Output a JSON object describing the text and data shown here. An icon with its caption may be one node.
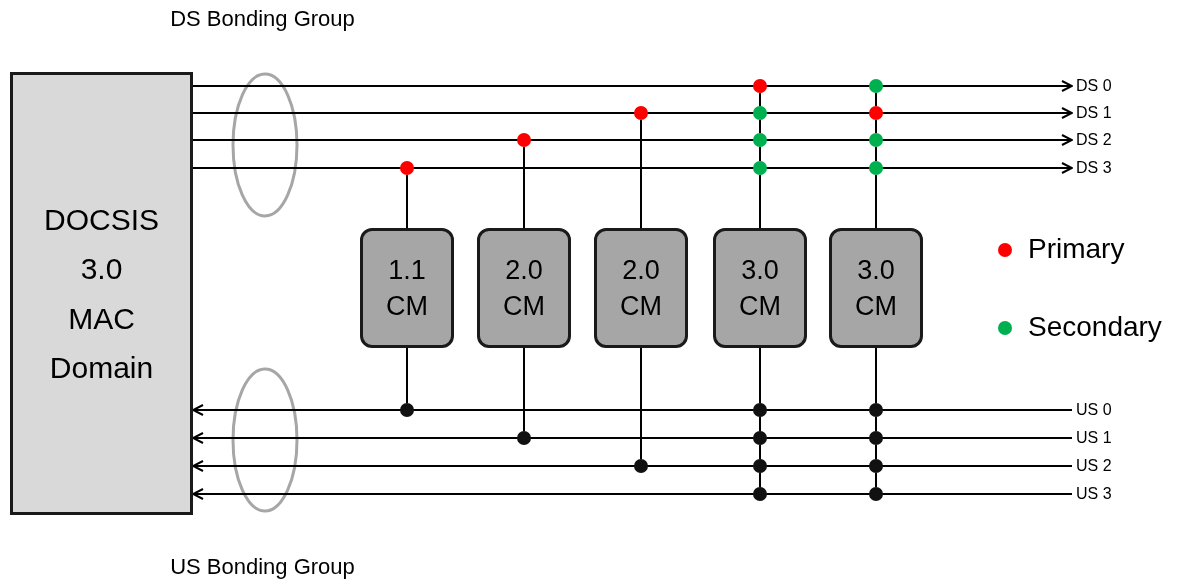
{
  "diagram": {
    "nodes": [
      {
        "text": [
          "DOCSIS 3.0 MAC Domain"
        ]
      },
      {
        "text": [
          "DS 0"
        ]
      },
      {
        "text": [
          "DS 1"
        ]
      },
      {
        "text": [
          "DS 2"
        ]
      },
      {
        "text": [
          "DS 3"
        ]
      },
      {
        "text": [],
        "shape": "circle"
      },
      {
        "text": [],
        "shape": "circle"
      },
      {
        "text": [],
        "shape": "circle"
      },
      {
        "text": [],
        "shape": "circle"
      },
      {
        "text": [],
        "shape": "circle"
      },
      {
        "text": [],
        "shape": "circle"
      },
      {
        "text": [],
        "shape": "circle"
      },
      {
        "text": [],
        "shape": "circle"
      },
      {
        "text": [],
        "shape": "circle"
      },
      {
        "text": [],
        "shape": "circle"
      },
      {
        "text": [],
        "shape": "circle"
      },
      {
        "text": [
          "1.1 CM"
        ]
      },
      {
        "text": [
          "2.0 CM"
        ]
      },
      {
        "text": [
          "2.0 CM"
        ]
      },
      {
        "text": [
          "3.0 CM"
        ]
      },
      {
        "text": [
          "3.0 CM"
        ]
      },
      {
        "text": [],
        "shape": "circle"
      },
      {
        "text": [],
        "shape": "circle"
      },
      {
        "text": [],
        "shape": "circle"
      },
      {
        "text": [],
        "shape": "circle"
      },
      {
        "text": [],
        "shape": "circle"
      },
      {
        "text": [],
        "shape": "circle"
      },
      {
        "text": [],
        "shape": "circle"
      },
      {
        "text": [],
        "shape": "circle"
      },
      {
        "text": [],
        "shape": "circle"
      },
      {
        "text": [],
        "shape": "circle"
      },
      {
        "text": [],
        "shape": "circle"
      },
      {
        "text": [
          "US 0"
        ]
      },
      {
        "text": [
          "US 1"
        ]
      },
      {
        "text": [
          "US 2"
        ]
      },
      {
        "text": [
          "US 3"
        ]
      }
    ],
    "edges": [
      {
        "from": 0,
        "to": 1,
        "arrow": "to"
      },
      {
        "from": 0,
        "to": 2,
        "arrow": "to"
      },
      {
        "from": 0,
        "to": 3,
        "arrow": "to"
      },
      {
        "from": 0,
        "to": 4,
        "arrow": "to"
      },
      {
        "from": 32,
        "to": 0,
        "arrow": "to"
      },
      {
        "from": 33,
        "to": 0,
        "arrow": "to"
      },
      {
        "from": 34,
        "to": 0,
        "arrow": "to"
      },
      {
        "from": 35,
        "to": 0,
        "arrow": "to"
      },
      {
        "from": 16,
        "to": 13,
        "arrow": "none"
      },
      {
        "from": 16,
        "to": 21,
        "arrow": "none"
      },
      {
        "from": 17,
        "to": 10,
        "arrow": "none"
      },
      {
        "from": 17,
        "to": 24,
        "arrow": "none"
      },
      {
        "from": 18,
        "to": 7,
        "arrow": "none"
      },
      {
        "from": 18,
        "to": 27,
        "arrow": "none"
      },
      {
        "from": 19,
        "to": 14,
        "arrow": "none"
      },
      {
        "from": 14,
        "to": 11,
        "arrow": "none"
      },
      {
        "from": 11,
        "to": 8,
        "arrow": "none"
      },
      {
        "from": 8,
        "to": 5,
        "arrow": "none"
      },
      {
        "from": 19,
        "to": 22,
        "arrow": "none"
      },
      {
        "from": 22,
        "to": 25,
        "arrow": "none"
      },
      {
        "from": 25,
        "to": 28,
        "arrow": "none"
      },
      {
        "from": 28,
        "to": 30,
        "arrow": "none"
      },
      {
        "from": 20,
        "to": 15,
        "arrow": "none"
      },
      {
        "from": 15,
        "to": 12,
        "arrow": "none"
      },
      {
        "from": 12,
        "to": 9,
        "arrow": "none"
      },
      {
        "from": 9,
        "to": 6,
        "arrow": "none"
      },
      {
        "from": 20,
        "to": 23,
        "arrow": "none"
      },
      {
        "from": 23,
        "to": 26,
        "arrow": "none"
      },
      {
        "from": 26,
        "to": 29,
        "arrow": "none"
      },
      {
        "from": 29,
        "to": 31,
        "arrow": "none"
      }
    ],
    "labels": [
      "DS Bonding Group",
      "US Bonding Group"
    ],
    "legend": [
      {
        "text": "Primary",
        "color": "#ff0000"
      },
      {
        "text": "Secondary",
        "color": "#00b050"
      }
    ]
  }
}
